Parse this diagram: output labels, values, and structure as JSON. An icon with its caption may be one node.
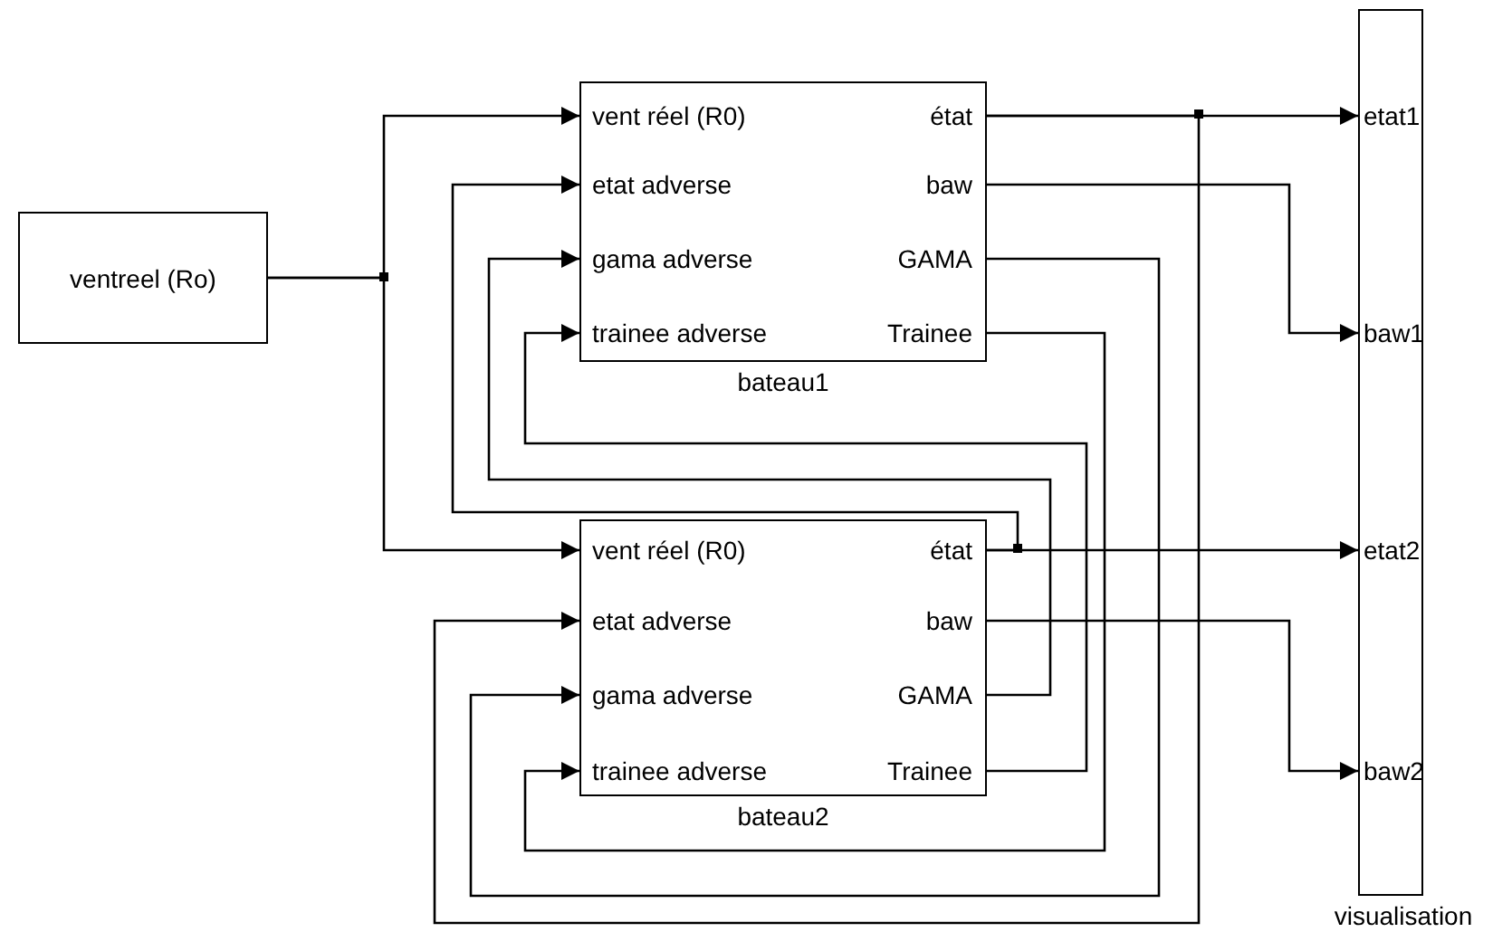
{
  "diagram": {
    "nodes": [
      {
        "text": [
          "ventreel (Ro)"
        ]
      },
      {
        "text": [
          "bateau1"
        ]
      },
      {
        "text": [
          "vent réel (R0)"
        ],
        "in": 1
      },
      {
        "text": [
          "etat adverse"
        ],
        "in": 1
      },
      {
        "text": [
          "gama adverse"
        ],
        "in": 1
      },
      {
        "text": [
          "trainee adverse"
        ],
        "in": 1
      },
      {
        "text": [
          "état"
        ],
        "in": 1
      },
      {
        "text": [
          "baw"
        ],
        "in": 1
      },
      {
        "text": [
          "GAMA"
        ],
        "in": 1
      },
      {
        "text": [
          "Trainee"
        ],
        "in": 1
      },
      {
        "text": [
          "bateau2"
        ]
      },
      {
        "text": [
          "vent réel (R0)"
        ],
        "in": 10
      },
      {
        "text": [
          "etat adverse"
        ],
        "in": 10
      },
      {
        "text": [
          "gama adverse"
        ],
        "in": 10
      },
      {
        "text": [
          "trainee adverse"
        ],
        "in": 10
      },
      {
        "text": [
          "état"
        ],
        "in": 10
      },
      {
        "text": [
          "baw"
        ],
        "in": 10
      },
      {
        "text": [
          "GAMA"
        ],
        "in": 10
      },
      {
        "text": [
          "Trainee"
        ],
        "in": 10
      },
      {
        "text": [
          "visualisation"
        ]
      },
      {
        "text": [
          "etat1"
        ],
        "in": 19
      },
      {
        "text": [
          "baw1"
        ],
        "in": 19
      },
      {
        "text": [
          "etat2"
        ],
        "in": 19
      },
      {
        "text": [
          "baw2"
        ],
        "in": 19
      }
    ],
    "edges": [
      {
        "from": 0,
        "to": 2,
        "arrow": "to"
      },
      {
        "from": 0,
        "to": 11,
        "arrow": "to"
      },
      {
        "from": 6,
        "to": 20,
        "arrow": "to"
      },
      {
        "from": 6,
        "to": 12,
        "arrow": "to"
      },
      {
        "from": 7,
        "to": 21,
        "arrow": "to"
      },
      {
        "from": 8,
        "to": 13,
        "arrow": "to"
      },
      {
        "from": 9,
        "to": 14,
        "arrow": "to"
      },
      {
        "from": 15,
        "to": 22,
        "arrow": "to"
      },
      {
        "from": 15,
        "to": 3,
        "arrow": "to"
      },
      {
        "from": 16,
        "to": 23,
        "arrow": "to"
      },
      {
        "from": 17,
        "to": 4,
        "arrow": "to"
      },
      {
        "from": 18,
        "to": 5,
        "arrow": "to"
      }
    ]
  }
}
